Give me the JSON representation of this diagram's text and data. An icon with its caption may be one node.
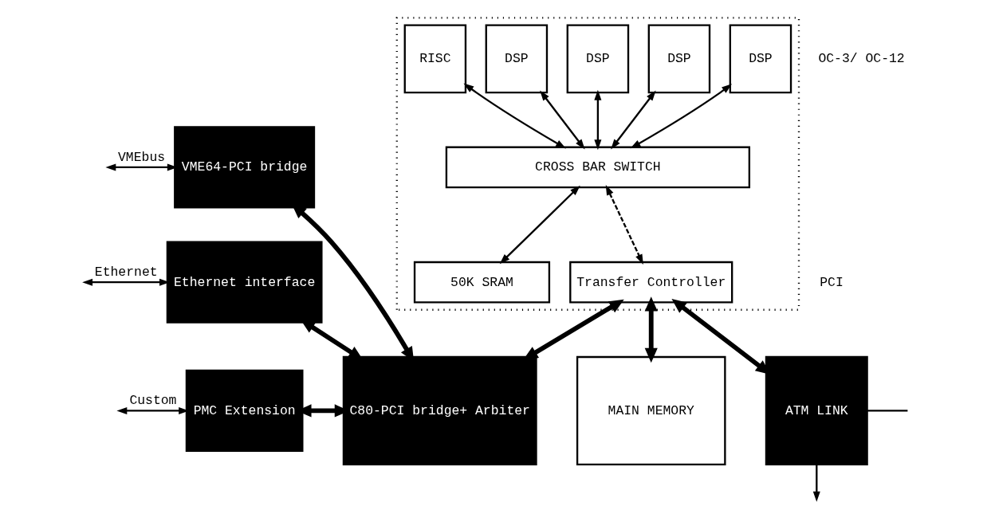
{
  "diagram": {
    "nodes": [
      {
        "text": [],
        "shape": "box"
      },
      {
        "text": [
          "DSP"
        ],
        "in": 0
      },
      {
        "text": [
          "DSP"
        ],
        "in": 0
      },
      {
        "text": [
          "DSP"
        ],
        "in": 0
      },
      {
        "text": [
          "DSP"
        ],
        "in": 0
      },
      {
        "text": [
          "RISC"
        ],
        "in": 0
      },
      {
        "text": [
          "CROSS BAR SWITCH"
        ],
        "in": 0
      },
      {
        "text": [
          "50K SRAM"
        ],
        "in": 0
      },
      {
        "text": [
          "Transfer Controller"
        ],
        "in": 0
      },
      {
        "text": [
          "VME64-PCI bridge"
        ]
      },
      {
        "text": [
          "Ethernet interface"
        ]
      },
      {
        "text": [
          "PMC Extension"
        ]
      },
      {
        "text": [
          "C80-PCI bridge+ Arbiter"
        ]
      },
      {
        "text": [
          "MAIN MEMORY"
        ]
      },
      {
        "text": [
          "ATM LINK"
        ]
      }
    ],
    "edges": [
      {
        "from": 1,
        "to": 6,
        "arrow": "both"
      },
      {
        "from": 2,
        "to": 6,
        "arrow": "both"
      },
      {
        "from": 3,
        "to": 6,
        "arrow": "both"
      },
      {
        "from": 4,
        "to": 6,
        "arrow": "both"
      },
      {
        "from": 5,
        "to": 6,
        "arrow": "both"
      },
      {
        "from": 6,
        "to": 7,
        "arrow": "both"
      },
      {
        "from": 6,
        "to": 8,
        "arrow": "both",
        "style": "dashed"
      },
      {
        "from": null,
        "to": 9,
        "arrow": "both",
        "label": "VMEbus"
      },
      {
        "from": null,
        "to": 10,
        "arrow": "both",
        "label": "Ethernet"
      },
      {
        "from": null,
        "to": 11,
        "arrow": "both",
        "label": "Custom"
      },
      {
        "from": 9,
        "to": 12,
        "arrow": "both",
        "style": "thick"
      },
      {
        "from": 10,
        "to": 12,
        "arrow": "both",
        "style": "thick"
      },
      {
        "from": 11,
        "to": 12,
        "arrow": "both",
        "style": "thick"
      },
      {
        "from": 8,
        "to": 12,
        "arrow": "both",
        "style": "thick"
      },
      {
        "from": 8,
        "to": 13,
        "arrow": "both",
        "style": "thick"
      },
      {
        "from": 8,
        "to": 14,
        "arrow": "both",
        "style": "thick"
      },
      {
        "from": 14,
        "to": null,
        "arrow": "none"
      },
      {
        "from": 14,
        "to": null,
        "arrow": "to"
      }
    ],
    "labels": [
      "PCI",
      "OC-3/ OC-12"
    ]
  }
}
